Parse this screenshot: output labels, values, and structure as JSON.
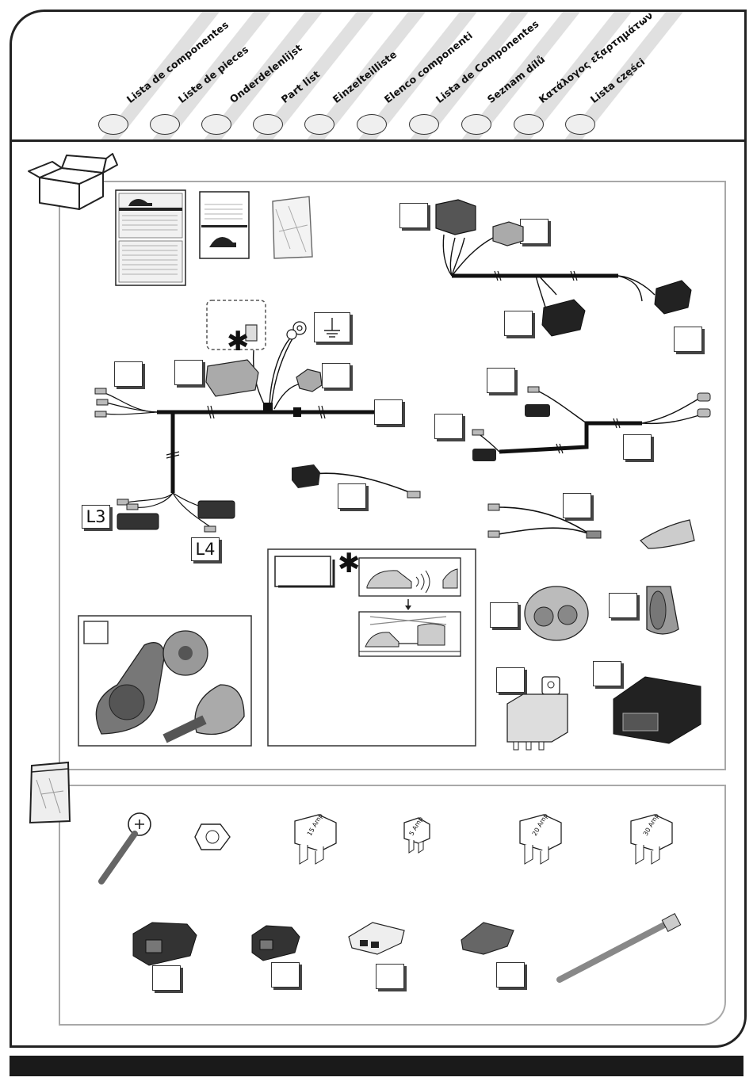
{
  "header": {
    "languages": [
      {
        "label": "Lista de componentes"
      },
      {
        "label": "Liste de pieces"
      },
      {
        "label": "Onderdelenlijst"
      },
      {
        "label": "Part list"
      },
      {
        "label": "Einzelteilliste"
      },
      {
        "label": "Elenco componenti"
      },
      {
        "label": "Lista de Componentes"
      },
      {
        "label": "Seznam dílů"
      },
      {
        "label": "Κατάλογος εξαρτημάτων"
      },
      {
        "label": "Lista części"
      }
    ]
  },
  "labels": {
    "l3": "L3",
    "l4": "L4",
    "asterisk": "✱"
  },
  "fuses": {
    "f1": "15 Amp",
    "f2": "5 Amp",
    "f3": "20 Amp",
    "f4": "30 Amp"
  },
  "icons": {
    "box": "box-icon",
    "bag": "bag-icon",
    "ground": "ground-icon"
  }
}
